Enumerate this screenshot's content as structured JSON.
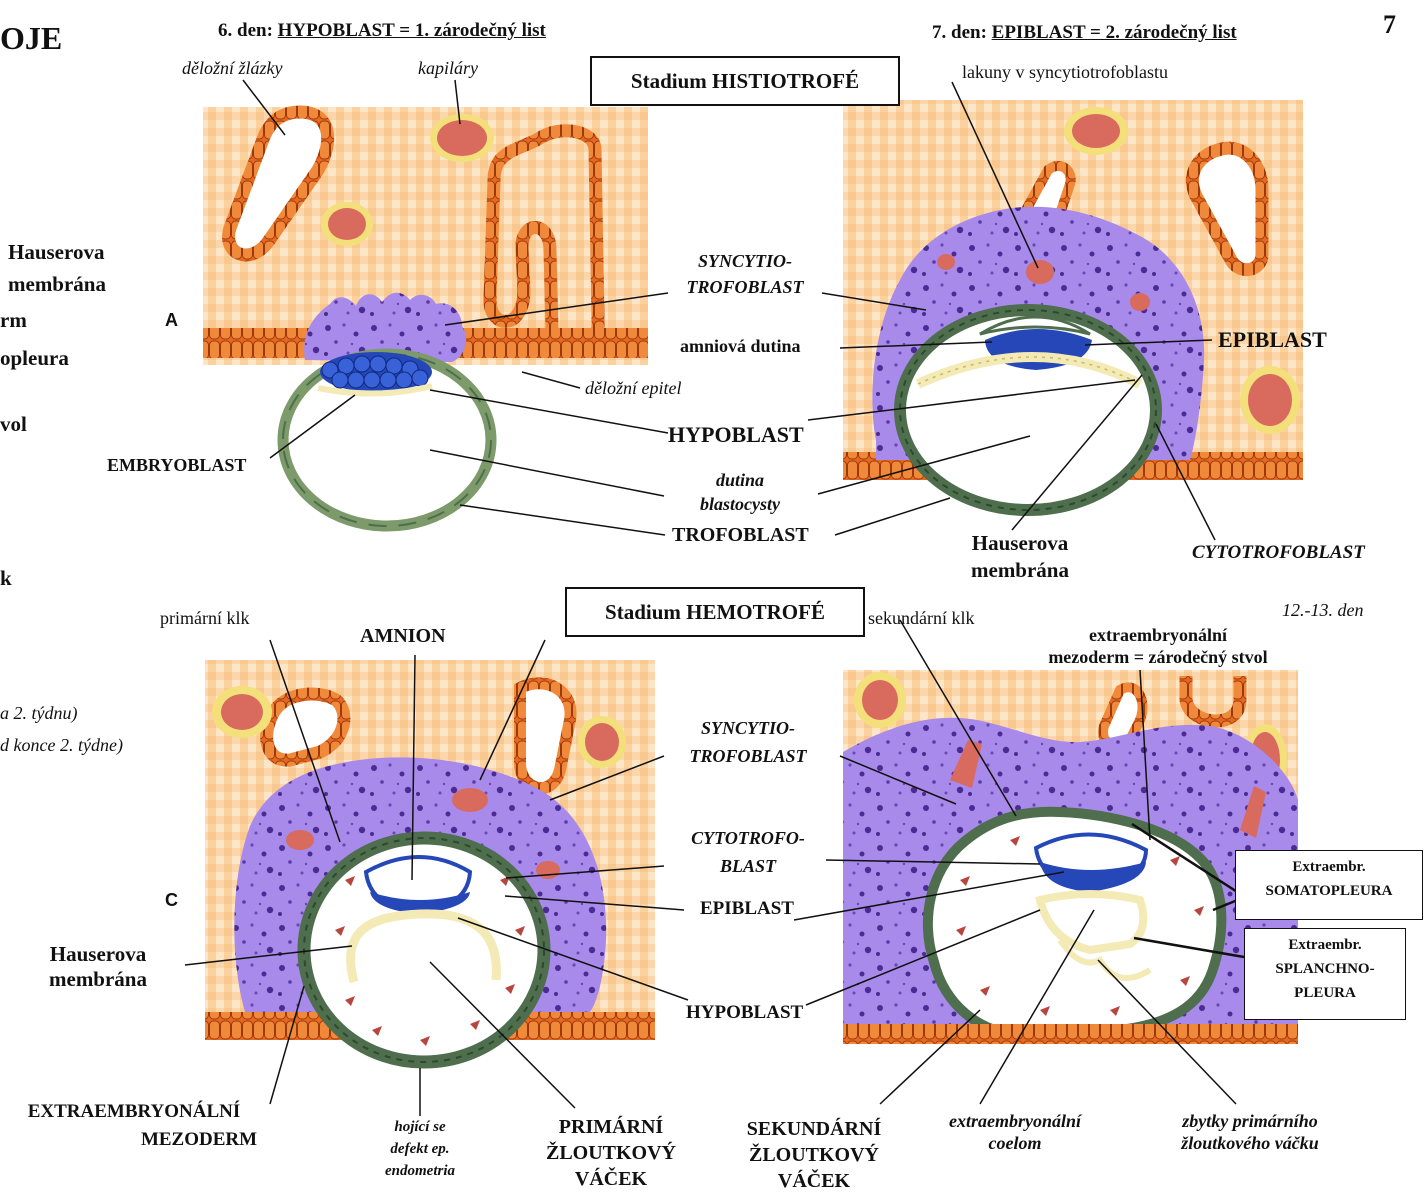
{
  "page": {
    "number": "7",
    "left_cut_title": "OJE"
  },
  "left_cut": {
    "t1": "Hauserova",
    "t2": "membrána",
    "t3": "rm",
    "t4": "opleura",
    "t5": "vol",
    "t6": "k",
    "t7": "a 2. týdnu)",
    "t8": "d konce 2. týdne)"
  },
  "headers": {
    "day6": {
      "prefix": "6. den: ",
      "title": "HYPOBLAST = 1. zárodečný list"
    },
    "day7": {
      "prefix": "7. den: ",
      "title": "EPIBLAST = 2. zárodečný list"
    },
    "day12": "12.-13. den"
  },
  "stages": {
    "histiotrofe": "Stadium HISTIOTROFÉ",
    "hemotrofe": "Stadium HEMOTROFÉ"
  },
  "panel_letters": {
    "a": "A",
    "c": "C"
  },
  "labels_a": {
    "glands": "děložní žlázky",
    "capillaries": "kapiláry",
    "epithelium": "děložní epitel",
    "embryoblast": "EMBRYOBLAST"
  },
  "labels_b": {
    "lacunae": "lakuny v syncytiotrofoblastu"
  },
  "labels_center_top": {
    "syncytio_1": "SYNCYTIO-",
    "syncytio_2": "TROFOBLAST",
    "amnion_cavity": "amniová dutina",
    "epiblast": "EPIBLAST",
    "hypoblast": "HYPOBLAST",
    "blasto_1": "dutina",
    "blasto_2": "blastocysty",
    "trofoblast": "TROFOBLAST",
    "hauser_1": "Hauserova",
    "hauser_2": "membrána",
    "cytotrofoblast": "CYTOTROFOBLAST"
  },
  "labels_c": {
    "primary_villus": "primární klk",
    "amnion": "AMNION",
    "hauser_1": "Hauserova",
    "hauser_2": "membrána",
    "extra_mes_1": "EXTRAEMBRYONÁLNÍ",
    "extra_mes_2": "MEZODERM",
    "healing_1": "hojící se",
    "healing_2": "defekt ep.",
    "healing_3": "endometria",
    "primary_yolk_1": "PRIMÁRNÍ",
    "primary_yolk_2": "ŽLOUTKOVÝ",
    "primary_yolk_3": "VÁČEK"
  },
  "labels_center_bottom": {
    "syncytio_1": "SYNCYTIO-",
    "syncytio_2": "TROFOBLAST",
    "cyto_1": "CYTOTROFO-",
    "cyto_2": "BLAST",
    "epiblast": "EPIBLAST",
    "hypoblast": "HYPOBLAST"
  },
  "labels_d": {
    "secondary_villus": "sekundární klk",
    "extra_mes_1": "extraembryonální",
    "extra_mes_2": "mezoderm = zárodečný stvol",
    "somato_1": "Extraembr.",
    "somato_2": "SOMATOPLEURA",
    "splanchno_1": "Extraembr.",
    "splanchno_2": "SPLANCHNO-",
    "splanchno_3": "PLEURA",
    "sec_yolk_1": "SEKUNDÁRNÍ",
    "sec_yolk_2": "ŽLOUTKOVÝ",
    "sec_yolk_3": "VÁČEK",
    "coelom_1": "extraembryonální",
    "coelom_2": "coelom",
    "remnants_1": "zbytky primárního",
    "remnants_2": "žloutkového váčku"
  },
  "colors": {
    "endometrium_light": "#fde3c2",
    "endometrium_stripe": "#f9b46a",
    "epithelium": "#e8641e",
    "syncytio": "#a488e8",
    "syncytio_nuclei": "#4a2b93",
    "capillary_fill": "#d96a5e",
    "capillary_rim": "#f4e07a",
    "trophoblast_ring": "#4e6e4d",
    "embryoblast": "#2547b8",
    "hypoblast": "#f3eab6"
  }
}
